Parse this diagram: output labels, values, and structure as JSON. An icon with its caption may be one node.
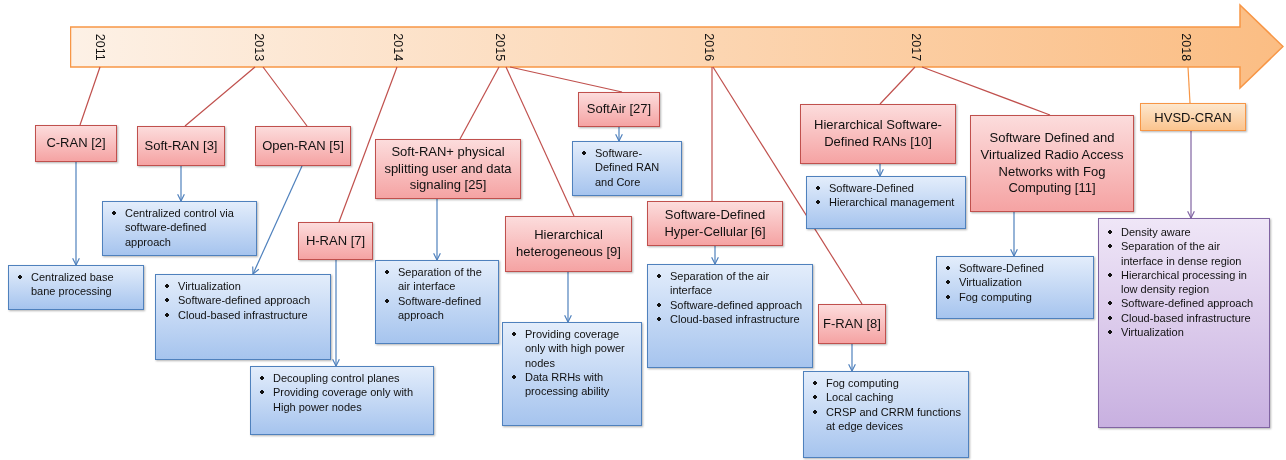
{
  "diagram": {
    "nodes": [
      {
        "text": [],
        "shape": "arrow"
      },
      {
        "text": [
          "2011"
        ],
        "in": 0
      },
      {
        "text": [
          "2013"
        ],
        "in": 0
      },
      {
        "text": [
          "2014"
        ],
        "in": 0
      },
      {
        "text": [
          "2015"
        ],
        "in": 0
      },
      {
        "text": [
          "2016"
        ],
        "in": 0
      },
      {
        "text": [
          "2017"
        ],
        "in": 0
      },
      {
        "text": [
          "2018"
        ],
        "in": 0
      },
      {
        "text": [
          "C-RAN [2]"
        ]
      },
      {
        "text": [
          "Soft-RAN [3]"
        ]
      },
      {
        "text": [
          "Open-RAN [5]"
        ]
      },
      {
        "text": [
          "H-RAN [7]"
        ]
      },
      {
        "text": [
          "Soft-RAN+ physical splitting user and data signaling [25]"
        ]
      },
      {
        "text": [
          "Hierarchical heterogeneous [9]"
        ]
      },
      {
        "text": [
          "SoftAir [27]"
        ]
      },
      {
        "text": [
          "Software-Defined Hyper-Cellular [6]"
        ]
      },
      {
        "text": [
          "F-RAN [8]"
        ]
      },
      {
        "text": [
          "Hierarchical Software-Defined RANs [10]"
        ]
      },
      {
        "text": [
          "Software Defined and Virtualized Radio Access Networks with Fog Computing [11]"
        ]
      },
      {
        "text": [
          "HVSD-CRAN"
        ]
      },
      {
        "text": [
          "Centralized base bane processing"
        ]
      },
      {
        "text": [
          "Centralized control via software-defined approach"
        ]
      },
      {
        "text": [
          "Virtualization",
          "Software-defined approach",
          "Cloud-based infrastructure"
        ]
      },
      {
        "text": [
          "Decoupling control planes",
          "Providing coverage only with High power nodes"
        ]
      },
      {
        "text": [
          "Separation of the air interface",
          "Software-defined approach"
        ]
      },
      {
        "text": [
          "Providing coverage only with high power nodes",
          "Data RRHs with processing ability"
        ]
      },
      {
        "text": [
          "Software-Defined RAN and Core"
        ]
      },
      {
        "text": [
          "Separation of the air interface",
          "Software-defined approach",
          "Cloud-based infrastructure"
        ]
      },
      {
        "text": [
          "Fog computing",
          "Local caching",
          "CRSP and CRRM functions at edge devices"
        ]
      },
      {
        "text": [
          "Software-Defined",
          "Hierarchical management"
        ]
      },
      {
        "text": [
          "Software-Defined",
          "Virtualization",
          "Fog computing"
        ]
      },
      {
        "text": [
          "Density aware",
          "Separation of the air interface in dense region",
          "Hierarchical processing in low density region",
          "Software-defined approach",
          "Cloud-based infrastructure",
          "Virtualization"
        ]
      }
    ],
    "edges": [
      {
        "from": 1,
        "to": 8,
        "arrow": "none",
        "color": "#c0504d"
      },
      {
        "from": 2,
        "to": 9,
        "arrow": "none",
        "color": "#c0504d"
      },
      {
        "from": 2,
        "to": 10,
        "arrow": "none",
        "color": "#c0504d"
      },
      {
        "from": 3,
        "to": 11,
        "arrow": "none",
        "color": "#c0504d"
      },
      {
        "from": 4,
        "to": 12,
        "arrow": "none",
        "color": "#c0504d"
      },
      {
        "from": 4,
        "to": 13,
        "arrow": "none",
        "color": "#c0504d"
      },
      {
        "from": 4,
        "to": 14,
        "arrow": "none",
        "color": "#c0504d"
      },
      {
        "from": 5,
        "to": 15,
        "arrow": "none",
        "color": "#c0504d"
      },
      {
        "from": 5,
        "to": 16,
        "arrow": "none",
        "color": "#c0504d"
      },
      {
        "from": 6,
        "to": 17,
        "arrow": "none",
        "color": "#c0504d"
      },
      {
        "from": 6,
        "to": 18,
        "arrow": "none",
        "color": "#c0504d"
      },
      {
        "from": 7,
        "to": 19,
        "arrow": "none",
        "color": "#f79646"
      },
      {
        "from": 8,
        "to": 20,
        "arrow": "to",
        "color": "#4f81bd"
      },
      {
        "from": 9,
        "to": 21,
        "arrow": "to",
        "color": "#4f81bd"
      },
      {
        "from": 10,
        "to": 22,
        "arrow": "to",
        "color": "#4f81bd"
      },
      {
        "from": 11,
        "to": 23,
        "arrow": "to",
        "color": "#4f81bd"
      },
      {
        "from": 12,
        "to": 24,
        "arrow": "to",
        "color": "#4f81bd"
      },
      {
        "from": 13,
        "to": 25,
        "arrow": "to",
        "color": "#4f81bd"
      },
      {
        "from": 14,
        "to": 26,
        "arrow": "to",
        "color": "#4f81bd"
      },
      {
        "from": 15,
        "to": 27,
        "arrow": "to",
        "color": "#4f81bd"
      },
      {
        "from": 16,
        "to": 28,
        "arrow": "to",
        "color": "#4f81bd"
      },
      {
        "from": 17,
        "to": 29,
        "arrow": "to",
        "color": "#4f81bd"
      },
      {
        "from": 18,
        "to": 30,
        "arrow": "to",
        "color": "#4f81bd"
      },
      {
        "from": 19,
        "to": 31,
        "arrow": "to",
        "color": "#8064a2"
      }
    ]
  }
}
